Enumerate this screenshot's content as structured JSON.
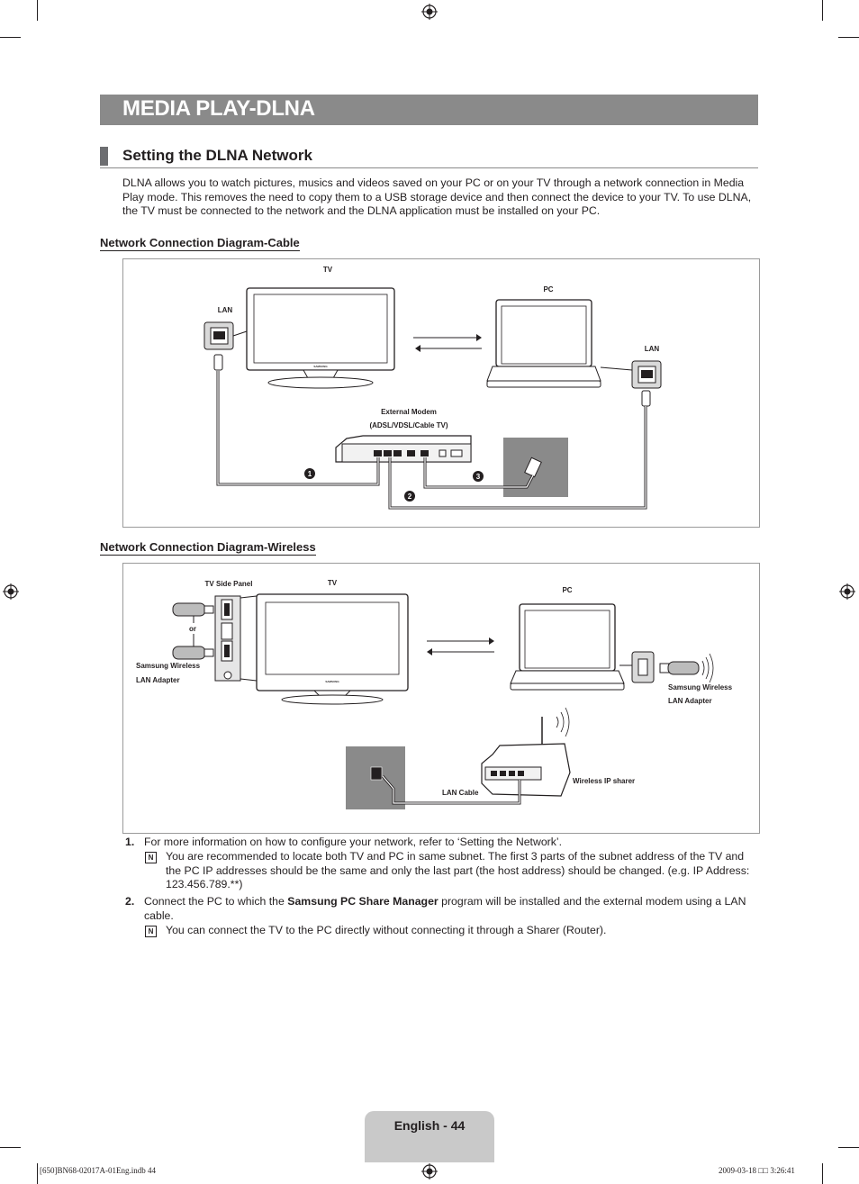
{
  "header": {
    "title": "MEDIA PLAY-DLNA"
  },
  "section": {
    "title": "Setting the DLNA Network",
    "intro": "DLNA allows you to watch pictures, musics and videos saved on your PC or on your TV through a network connection in Media Play mode. This removes the need to copy them to a USB storage device and then connect the device to your TV. To use DLNA, the TV must be connected to the network and the DLNA application must be installed on your PC."
  },
  "diagram_cable": {
    "title": "Network Connection Diagram-Cable",
    "labels": {
      "tv": "TV",
      "pc": "PC",
      "lan_tv": "LAN",
      "lan_pc": "LAN",
      "modem_line1": "External Modem",
      "modem_line2": "(ADSL/VDSL/Cable TV)",
      "step1": "1",
      "step2": "2",
      "step3": "3"
    }
  },
  "diagram_wireless": {
    "title": "Network Connection Diagram-Wireless",
    "labels": {
      "side_panel": "TV Side Panel",
      "tv": "TV",
      "pc": "PC",
      "or": "or",
      "adapter_left_1": "Samsung Wireless",
      "adapter_left_2": "LAN Adapter",
      "adapter_right_1": "Samsung Wireless",
      "adapter_right_2": "LAN Adapter",
      "sharer": "Wireless IP sharer",
      "lan_cable": "LAN Cable"
    }
  },
  "notes": {
    "item1": {
      "num": "1.",
      "text": "For more information on how to configure your network, refer to ‘Setting the Network’.",
      "note": "You are recommended to locate both TV and PC in same subnet. The first 3 parts of the subnet address of the TV and the PC IP addresses should be the same and only the last part (the host address) should be changed. (e.g. IP Address: 123.456.789.**)"
    },
    "item2": {
      "num": "2.",
      "text_before": "Connect the PC to which the ",
      "text_bold": "Samsung PC Share Manager",
      "text_after": " program will be installed and the external modem using a LAN cable.",
      "note": "You can connect the TV to the PC directly without connecting it through a Sharer (Router)."
    },
    "note_icon": "N"
  },
  "page": {
    "label": "English - 44"
  },
  "footer": {
    "left": "[650]BN68-02017A-01Eng.indb   44",
    "right": "2009-03-18   □□ 3:26:41"
  },
  "icons": [
    "registration-mark-icon",
    "note-icon",
    "rj45-port-icon",
    "usb-port-icon",
    "wireless-waves-icon",
    "arrow-icon"
  ]
}
